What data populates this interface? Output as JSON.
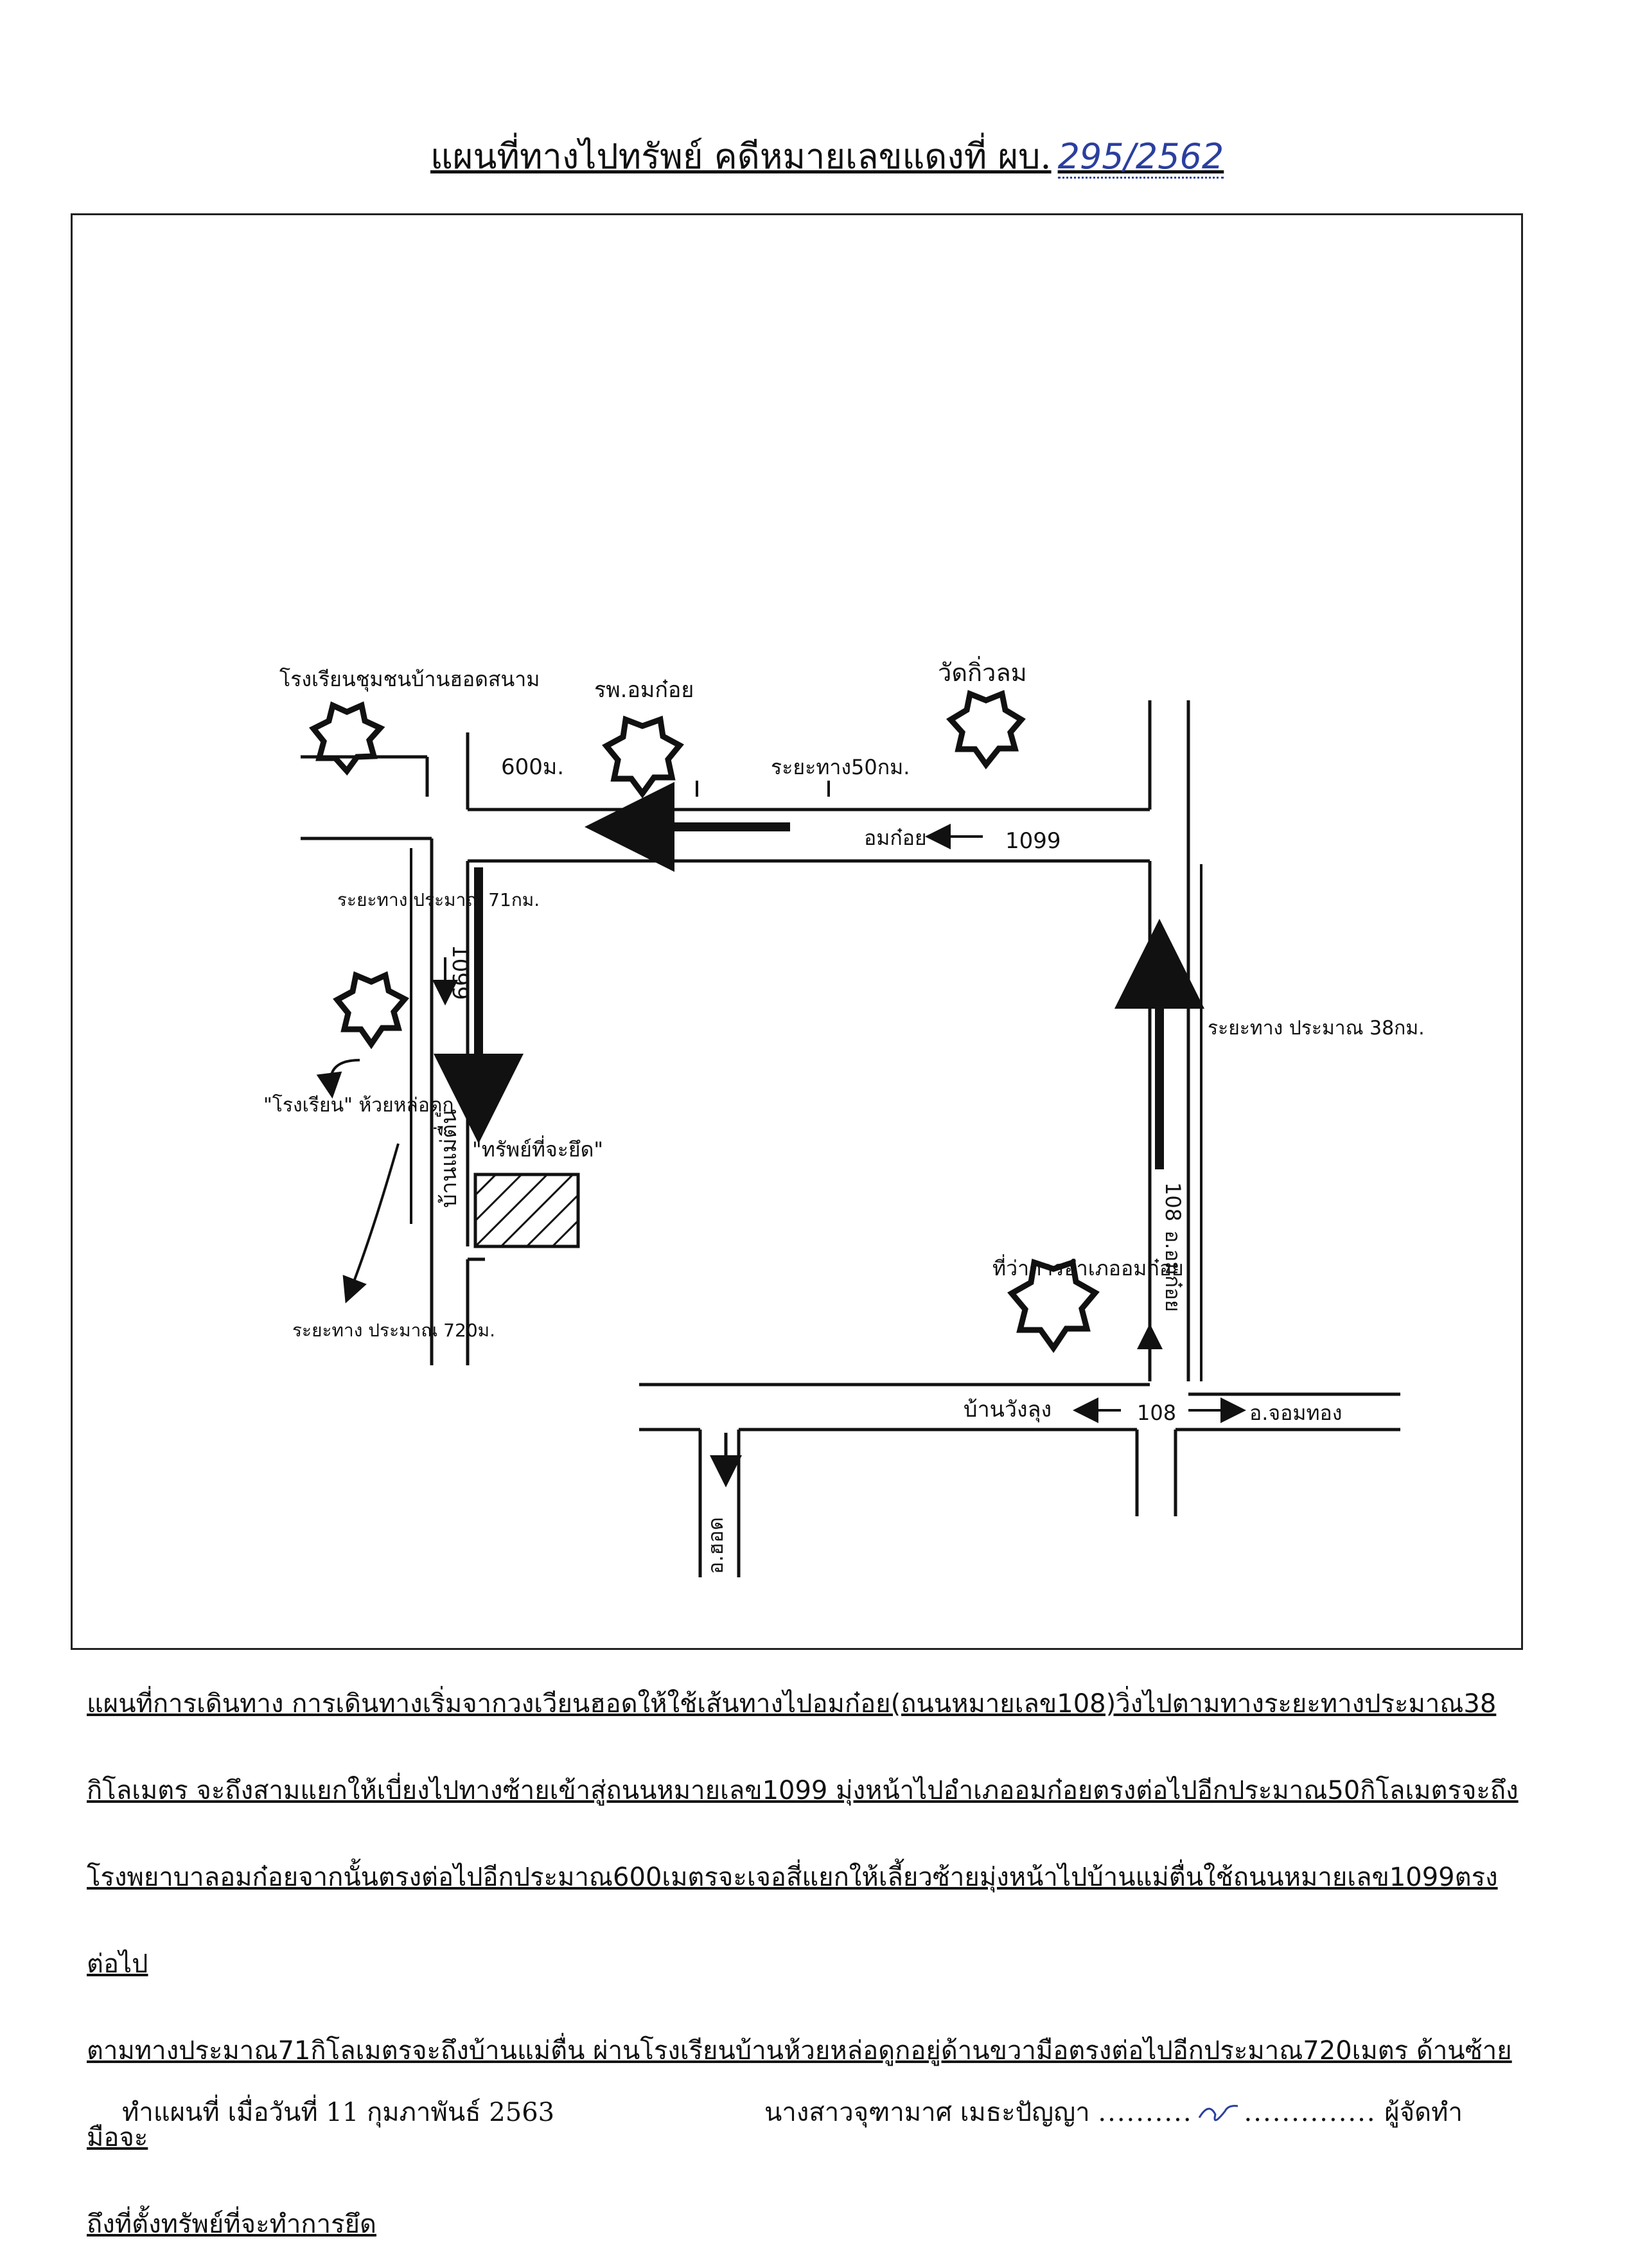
{
  "header": {
    "title": "แผนที่ทางไปทรัพย์ คดีหมายเลขแดงที่ ผบ.",
    "case_number": "295/2562"
  },
  "map": {
    "landmarks": {
      "school_top_left": "โรงเรียนชุมชนบ้านฮอดสนาม",
      "hospital": "รพ.อมก๋อย",
      "temple": "วัดกิ่วลม",
      "school_left": "\"โรงเรียน\" ห้วยหล่อดูก",
      "district_office": "ที่ว่าการอำเภออมก๋อย",
      "property": "\"ทรัพย์ที่จะยึด\""
    },
    "labels": {
      "dist_600": "600ม.",
      "dist_50": "ระยะทาง50กม.",
      "road_omkoi_top": "อมก๋อย",
      "road_1099_top": "1099",
      "dist_71": "ระยะทาง ประมาณ 71กม.",
      "road_1099_left": "1099",
      "village_mae_tuen": "บ้านแม่ตื่น",
      "dist_38": "ระยะทาง ประมาณ 38กม.",
      "road_108_right": "108",
      "road_omkoi_right": "อ.อมก๋อย",
      "dist_720": "ระยะทาง ประมาณ 720ม.",
      "wong_lung": "บ้านวังลุง",
      "road_108_bottom": "108",
      "chom_thong": "อ.จอมทอง",
      "hot": "อ.ฮอด"
    }
  },
  "description": {
    "lines": [
      "แผนที่การเดินทาง การเดินทางเริ่มจากวงเวียนฮอดให้ใช้เส้นทางไปอมก๋อย(ถนนหมายเลข108)วิ่งไปตามทางระยะทางประมาณ38",
      "กิโลเมตร จะถึงสามแยกให้เบี่ยงไปทางซ้ายเข้าสู่ถนนหมายเลข1099 มุ่งหน้าไปอำเภออมก๋อยตรงต่อไปอีกประมาณ50กิโลเมตรจะถึง",
      "โรงพยาบาลอมก๋อยจากนั้นตรงต่อไปอีกประมาณ600เมตรจะเจอสี่แยกให้เลี้ยวซ้ายมุ่งหน้าไปบ้านแม่ตื่นใช้ถนนหมายเลข1099ตรงต่อไป",
      "ตามทางประมาณ71กิโลเมตรจะถึงบ้านแม่ตื่น ผ่านโรงเรียนบ้านห้วยหล่อดูกอยู่ด้านขวามือตรงต่อไปอีกประมาณ720เมตร ด้านซ้ายมือจะ",
      "ถึงที่ตั้งทรัพย์ที่จะทำการยึด"
    ]
  },
  "footer": {
    "made_on": "ทำแผนที่ เมื่อวันที่ 11 กุมภาพันธ์ 2563",
    "preparer_name": "นางสาวจุฑามาศ เมธะปัญญา",
    "signature_dots": "..........",
    "signature_dots_after": "..............",
    "role": "ผู้จัดทำ"
  }
}
